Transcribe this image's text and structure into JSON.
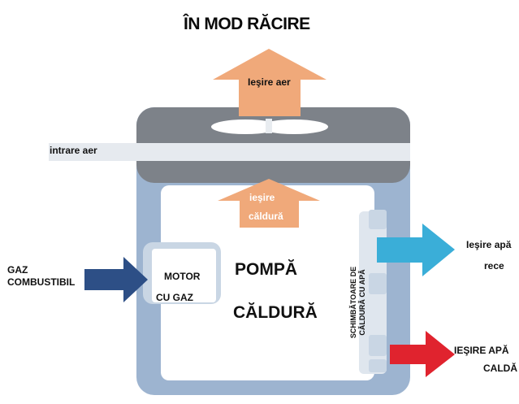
{
  "title": "ÎN MOD RĂCIRE",
  "labels": {
    "air_outlet": "Ieşire aer",
    "air_inlet": "intrare aer",
    "heat_outlet_line1": "ieşire",
    "heat_outlet_line2": "căldură",
    "fuel_gas_line1": "GAZ",
    "fuel_gas_line2": "COMBUSTIBIL",
    "gas_motor_line1": "MOTOR",
    "gas_motor_line2": "CU GAZ",
    "heat_pump_line1": "POMPĂ",
    "heat_pump_line2": "CĂLDURĂ",
    "heat_exchangers_line1": "SCHIMBĂTOARE DE",
    "heat_exchangers_line2": "CĂLDURĂ CU APĂ",
    "cold_water_out_line1": "Ieşire apă",
    "cold_water_out_line2": "rece",
    "hot_water_out_line1": "IEŞIRE APĂ",
    "hot_water_out_line2": "CALDĂ"
  },
  "colors": {
    "housing_outer": "#9db4d0",
    "housing_top": "#7d8289",
    "air_band": "#e6eaef",
    "up_arrow": "#f0a97a",
    "fuel_arrow": "#2d4f86",
    "cold_arrow": "#3aaed8",
    "hot_arrow": "#e0232e"
  }
}
